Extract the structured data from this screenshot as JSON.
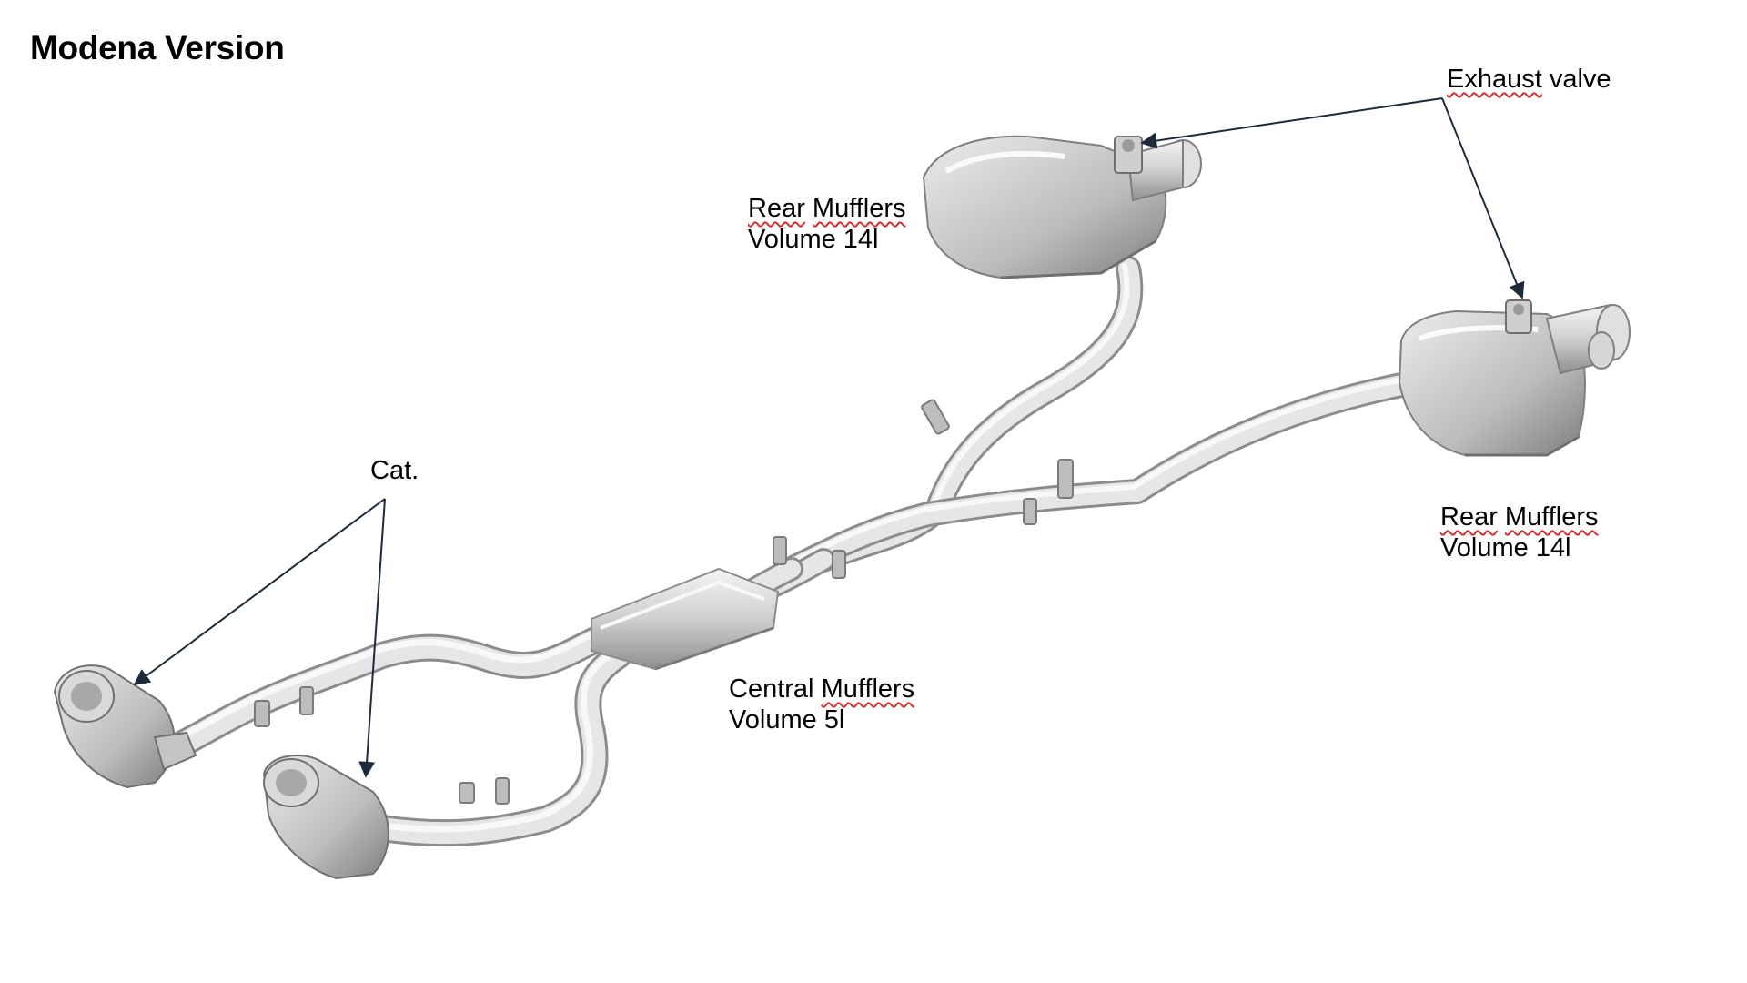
{
  "title": "Modena Version",
  "labels": {
    "exhaust_valve": {
      "word1": "Exhaust",
      "word2": "valve"
    },
    "rear_mufflers_left": {
      "line1_word1": "Rear",
      "line1_word2": "Mufflers",
      "line2": "Volume 14l"
    },
    "rear_mufflers_right": {
      "line1_word1": "Rear",
      "line1_word2": "Mufflers",
      "line2": "Volume 14l"
    },
    "central_mufflers": {
      "line1_word1": "Central",
      "line1_word2": "Mufflers",
      "line2": "Volume 5l"
    },
    "cat": "Cat."
  },
  "colors": {
    "background": "#ffffff",
    "metal_light": "#e6e6e6",
    "metal_mid": "#bdbdbd",
    "metal_dark": "#8c8c8c",
    "arrow": "#1c2a3a",
    "spellcheck_underline": "#d03030"
  }
}
